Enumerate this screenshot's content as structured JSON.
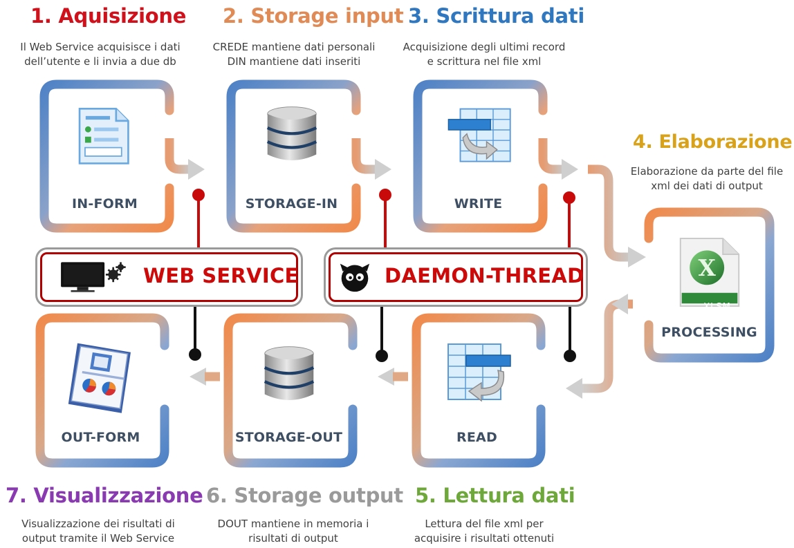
{
  "steps": [
    {
      "title": "1. Aquisizione",
      "desc1": "Il Web Service acquisisce i dati",
      "desc2": "dell’utente e li invia a due db",
      "color": "#d0101a"
    },
    {
      "title": "2. Storage input",
      "desc1": "CREDE mantiene dati personali",
      "desc2": "DIN mantiene dati inseriti",
      "color": "#e08a55"
    },
    {
      "title": "3. Scrittura dati",
      "desc1": "Acquisizione degli ultimi record",
      "desc2": "e scrittura nel file xml",
      "color": "#2f78c0"
    },
    {
      "title": "4. Elaborazione",
      "desc1": "Elaborazione da parte del file",
      "desc2": "xml dei dati di output",
      "color": "#d9a21b"
    },
    {
      "title": "5. Lettura dati",
      "desc1": "Lettura del file xml per",
      "desc2": "acquisire i risultati ottenuti",
      "color": "#6ea83a"
    },
    {
      "title": "6. Storage output",
      "desc1": "DOUT mantiene in memoria i",
      "desc2": "risultati di output",
      "color": "#9a9a9a"
    },
    {
      "title": "7. Visualizzazione",
      "desc1": "Visualizzazione dei risultati di",
      "desc2": "output tramite il Web Service",
      "color": "#8a3ab0"
    }
  ],
  "cards": {
    "in_form": "IN-FORM",
    "storage_in": "STORAGE-IN",
    "write": "WRITE",
    "processing": "PROCESSING",
    "read": "READ",
    "storage_out": "STORAGE-OUT",
    "out_form": "OUT-FORM"
  },
  "excel_badge": "XLSM",
  "banners": {
    "web_service": "WEB SERVICE",
    "daemon_thread": "DAEMON-THREAD"
  },
  "colors": {
    "blue_frame": "#4f82c6",
    "orange_frame": "#f0955a",
    "red_line": "#c80a0a",
    "black_line": "#111111"
  }
}
